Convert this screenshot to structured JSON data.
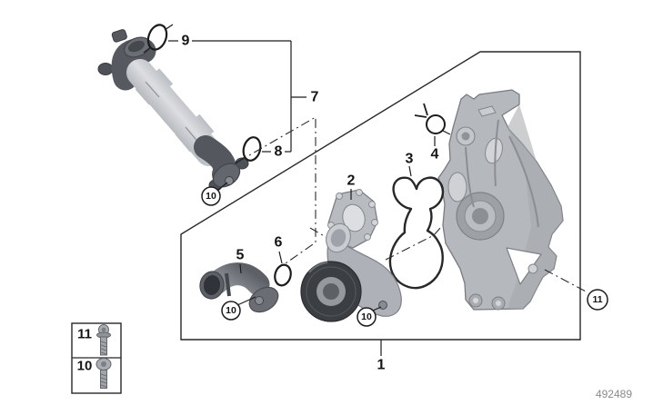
{
  "figure": {
    "part_number": "492489",
    "callouts": {
      "n1": "1",
      "n2": "2",
      "n3": "3",
      "n4": "4",
      "n5": "5",
      "n6": "6",
      "n7": "7",
      "n8": "8",
      "n9": "9"
    },
    "circled": {
      "pipe_bolt": "10",
      "connector_bolt": "10",
      "pump_bolt": "10",
      "mount_bracket": "11"
    },
    "legend": {
      "rows": [
        {
          "num": "11",
          "icon": "torx-flange-bolt-icon"
        },
        {
          "num": "10",
          "icon": "pan-head-bolt-icon"
        }
      ]
    },
    "colors": {
      "background": "#ffffff",
      "line": "#1b1c1e",
      "metal_light": "#b6b9be",
      "metal_mid": "#9a9da3",
      "metal_dark": "#54575d",
      "pulley_dark": "#3b3e42",
      "part_number_gray": "#8a8a8c"
    }
  }
}
